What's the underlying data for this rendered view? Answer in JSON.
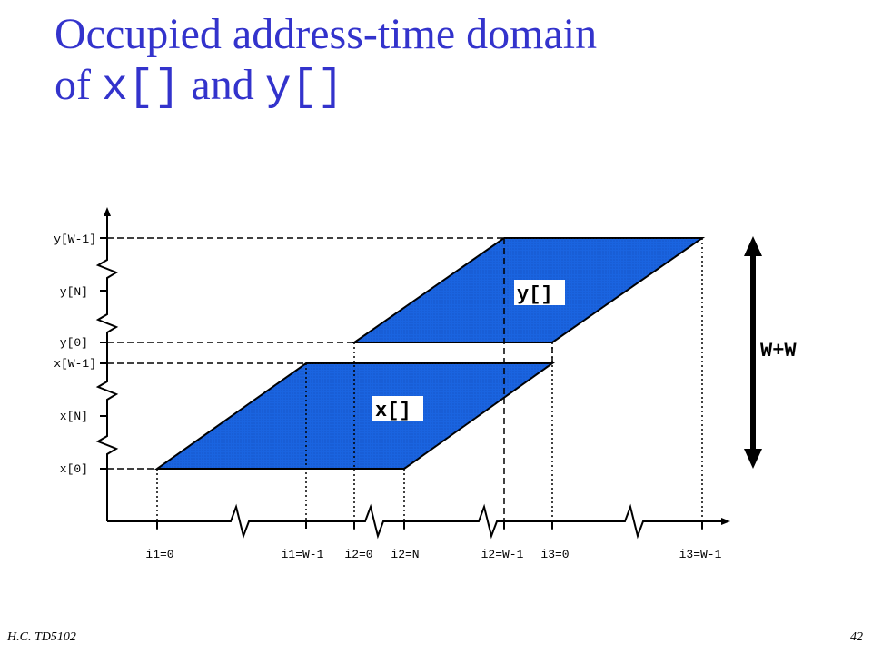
{
  "title": {
    "line1": "Occupied address-time domain",
    "of_word": "of ",
    "x_code": "x[]",
    "and_word": " and ",
    "y_code": "y[]"
  },
  "diagram": {
    "y_axis_labels": [
      "y[W-1]",
      "y[N]",
      "y[0]",
      "x[W-1]",
      "x[N]",
      "x[0]"
    ],
    "x_axis_labels": [
      "i1=0",
      "i1=W-1",
      "i2=0",
      "i2=N",
      "i2=W-1",
      "i3=0",
      "i3=W-1"
    ],
    "region_labels": [
      "y[]",
      "x[]"
    ],
    "span_label": "W+W",
    "fill_color": "#1a64e0"
  },
  "footer": {
    "left": "H.C.  TD5102",
    "right": "42"
  }
}
